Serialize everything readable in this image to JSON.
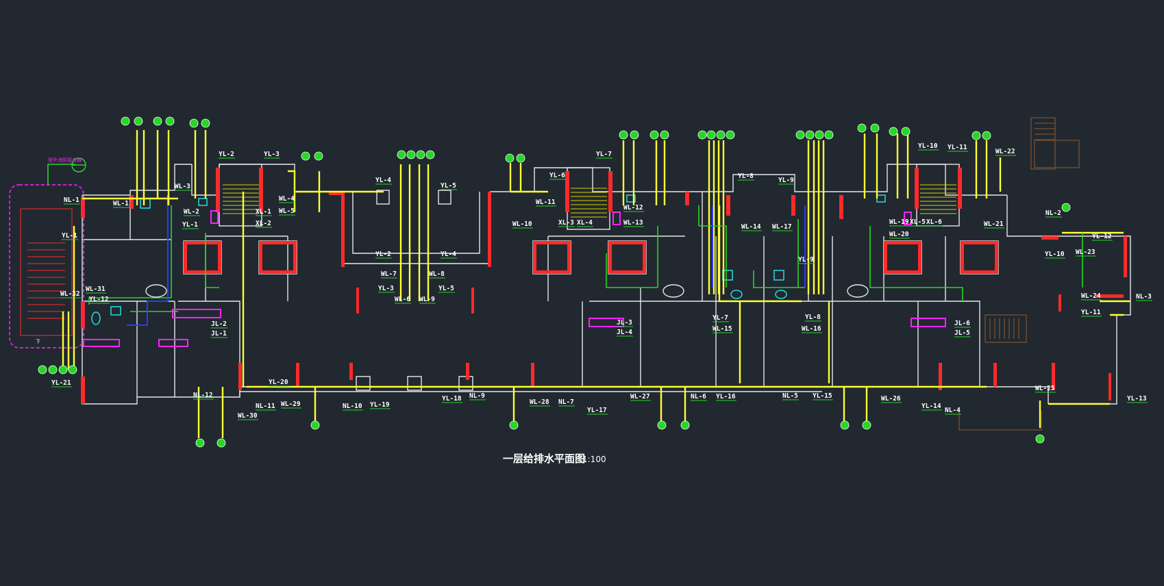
{
  "drawing": {
    "title": "一层给排水平面图",
    "scale": "1:100",
    "annotation_top_left": "室外消防接合器",
    "stair_down": "下"
  },
  "colors": {
    "background": "#212830",
    "wall": "#ff2a2a",
    "wall_outline": "#e8e8e8",
    "pipe_supply": "#ffff33",
    "pipe_drain": "#27d627",
    "pipe_blue": "#2a3cff",
    "label": "#ffffff",
    "leader": "#27d627",
    "fixture": "#ff22ff",
    "cyan": "#22e0e0",
    "magenta_outline": "#d020d0",
    "brown": "#7a5030"
  },
  "pipe_labels": [
    "NL-1",
    "WL-1",
    "YL-1",
    "WL-31",
    "WL-32",
    "YL-12",
    "YL-21",
    "WL-3",
    "WL-2",
    "YL-1",
    "YL-2",
    "YL-3",
    "WL-4",
    "WL-5",
    "XL-1",
    "XL-2",
    "JL-2",
    "JL-1",
    "YL-20",
    "NL-12",
    "NL-11",
    "WL-29",
    "WL-30",
    "NL-10",
    "YL-19",
    "YL-4",
    "YL-5",
    "YL-2",
    "YL-4",
    "WL-7",
    "WL-8",
    "YL-3",
    "YL-5",
    "WL-6",
    "WL-9",
    "WL-10",
    "YL-6",
    "WL-11",
    "YL-7",
    "XL-3",
    "XL-4",
    "WL-12",
    "WL-13",
    "YL-18",
    "NL-9",
    "WL-28",
    "NL-7",
    "YL-17",
    "WL-27",
    "NL-6",
    "YL-16",
    "JL-3",
    "JL-4",
    "YL-8",
    "WL-14",
    "YL-9",
    "WL-17",
    "YL-7",
    "YL-8",
    "WL-15",
    "WL-16",
    "YL-9",
    "NL-5",
    "YL-15",
    "WL-26",
    "YL-10",
    "YL-11",
    "WL-22",
    "WL-19",
    "WL-20",
    "XL-5",
    "XL-6",
    "WL-21",
    "JL-6",
    "JL-5",
    "YL-14",
    "NL-4",
    "NL-2",
    "YL-12",
    "YL-10",
    "WL-23",
    "WL-24",
    "NL-3",
    "YL-11",
    "WL-25",
    "YL-13"
  ]
}
